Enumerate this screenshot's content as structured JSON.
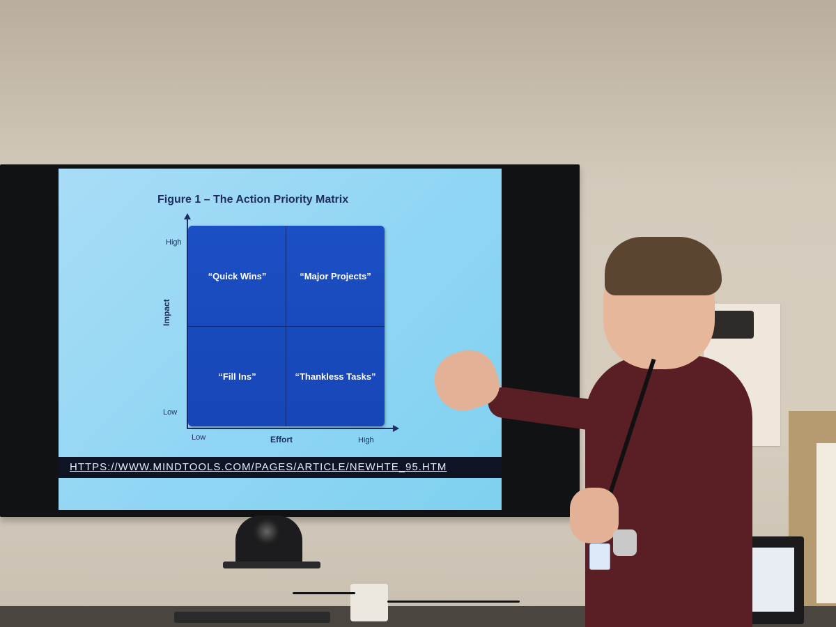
{
  "slide": {
    "title": "Figure 1 – The Action Priority Matrix",
    "quadrants": {
      "top_left": "“Quick Wins”",
      "top_right": "“Major Projects”",
      "bottom_left": "“Fill Ins”",
      "bottom_right": "“Thankless Tasks”"
    },
    "y_axis": {
      "label": "Impact",
      "high": "High",
      "low": "Low"
    },
    "x_axis": {
      "label": "Effort",
      "low": "Low",
      "high": "High"
    },
    "url": "HTTPS://WWW.MINDTOOLS.COM/PAGES/ARTICLE/NEWHTE_95.HTM"
  },
  "colors": {
    "screen_bg": "#8fd6f4",
    "matrix_blue": "#1b4fc4",
    "title_navy": "#1f2c5e",
    "url_bar": "#0e1424"
  }
}
